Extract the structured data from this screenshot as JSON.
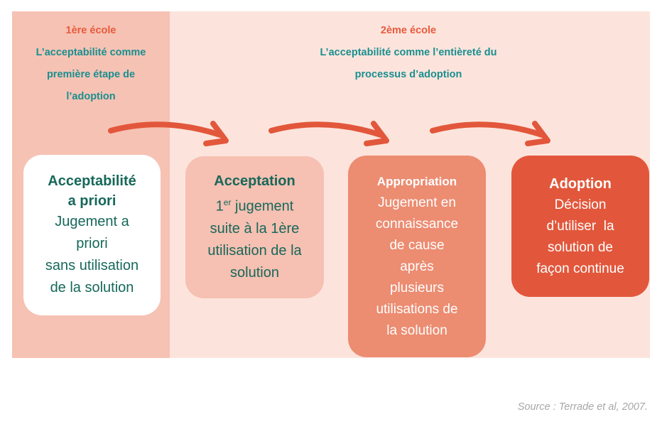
{
  "schools": [
    {
      "title": "1ère école",
      "description_lines": [
        "L’acceptabilité comme",
        "première étape de",
        "l’adoption"
      ]
    },
    {
      "title": "2ème école",
      "description_lines": [
        "L’acceptabilité comme l’entièreté du",
        "processus d’adoption"
      ]
    }
  ],
  "stages": [
    {
      "name_lines": [
        "Acceptabilité",
        "a priori"
      ],
      "body_lines": [
        "Jugement a",
        "priori",
        "sans utilisation",
        "de la solution"
      ]
    },
    {
      "name_lines": [
        "Acceptation"
      ],
      "body_first": {
        "number": "1",
        "superscript": "er",
        "rest": " jugement"
      },
      "body_lines": [
        "suite à la 1ère",
        "utilisation de la",
        "solution"
      ]
    },
    {
      "name_lines": [
        "Appropriation"
      ],
      "body_lines": [
        "Jugement en",
        "connaissance",
        "de cause",
        "après",
        "plusieurs",
        "utilisations de",
        "la solution"
      ]
    },
    {
      "name_lines": [
        "Adoption"
      ],
      "body_lines": [
        "Décision",
        "d’utiliser  la",
        "solution de",
        "façon continue"
      ]
    }
  ],
  "source": "Source : Terrade et al, 2007.",
  "colors": {
    "background": "#fce4dc",
    "school1_column": "#f6c2b4",
    "school_title": "#e85a3c",
    "school_description": "#1a8f8f",
    "arrow": "#e2573b",
    "stage_fills": [
      "#ffffff",
      "#f6c0b2",
      "#ec8c71",
      "#e2573b"
    ]
  },
  "icons": [
    "curved-arrow-icon"
  ]
}
